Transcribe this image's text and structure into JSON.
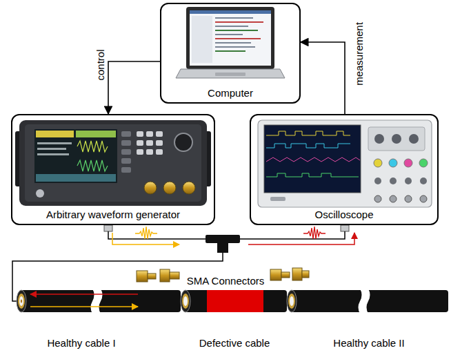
{
  "diagram": {
    "nodes": [
      {
        "text": [
          "Computer"
        ]
      },
      {
        "text": [
          "Arbitrary waveform generator"
        ]
      },
      {
        "text": [
          "Oscilloscope"
        ]
      }
    ],
    "edges": [
      {
        "from": 0,
        "to": 1,
        "label": "control",
        "arrow": "to"
      },
      {
        "from": 2,
        "to": 0,
        "label": "measurement",
        "arrow": "to"
      }
    ],
    "labels": [
      "SMA Connectors",
      "Healthy cable I",
      "Defective cable",
      "Healthy cable II"
    ]
  }
}
